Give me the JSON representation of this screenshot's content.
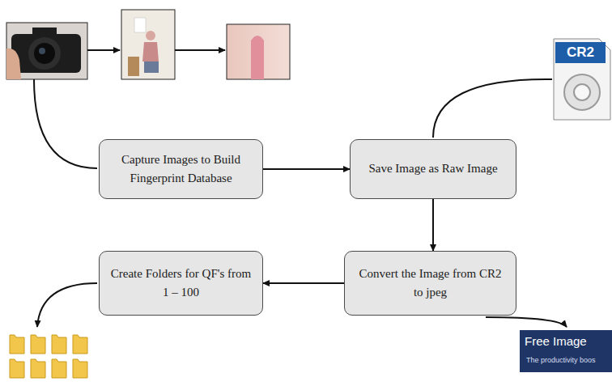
{
  "diagram": {
    "nodes": [
      {
        "text": [
          "Capture Images to Build Fingerprint Database"
        ]
      },
      {
        "text": [
          "Save Image as Raw Image"
        ]
      },
      {
        "text": [
          "Convert the Image from CR2 to jpeg"
        ]
      },
      {
        "text": [
          "Create Folders for QF's from 1 – 100"
        ]
      }
    ],
    "edges": [
      {
        "from": 0,
        "to": 1,
        "arrow": "to"
      },
      {
        "from": 1,
        "to": 2,
        "arrow": "to"
      },
      {
        "from": 2,
        "to": 3,
        "arrow": "to"
      }
    ],
    "labels": [
      "CR2",
      "Free Image",
      "The productivity boos"
    ]
  }
}
